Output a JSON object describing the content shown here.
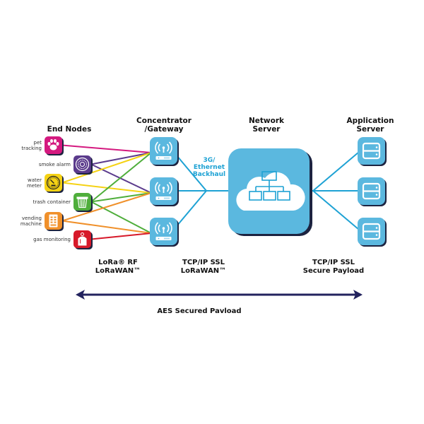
{
  "headers": {
    "end_nodes": "End Nodes",
    "gateway_line1": "Concentrator",
    "gateway_line2": "/Gateway",
    "network_line1": "Network",
    "network_line2": "Server",
    "app_line1": "Application",
    "app_line2": "Server"
  },
  "end_nodes": [
    {
      "id": "pet",
      "label_lines": [
        "pet",
        "tracking"
      ],
      "icon": "paw-icon",
      "color": "#d4197f",
      "gateways": [
        0
      ]
    },
    {
      "id": "smoke",
      "label_lines": [
        "smoke alarm"
      ],
      "icon": "smoke-alarm-icon",
      "color": "#5b3b8c",
      "gateways": [
        0,
        1
      ]
    },
    {
      "id": "water",
      "label_lines": [
        "water",
        "meter"
      ],
      "icon": "gauge-icon",
      "color": "#f5d214",
      "gateways": [
        0,
        1
      ]
    },
    {
      "id": "trash",
      "label_lines": [
        "trash container"
      ],
      "icon": "trash-can-icon",
      "color": "#4fae3b",
      "gateways": [
        0,
        1,
        2
      ]
    },
    {
      "id": "vending",
      "label_lines": [
        "vending",
        "machine"
      ],
      "icon": "vending-machine-icon",
      "color": "#f0902a",
      "gateways": [
        1,
        2
      ]
    },
    {
      "id": "gas",
      "label_lines": [
        "gas monitoring"
      ],
      "icon": "gas-tank-icon",
      "color": "#d7192a",
      "gateways": [
        2
      ]
    }
  ],
  "gateways": [
    {
      "icon": "gateway-antenna-icon"
    },
    {
      "icon": "gateway-antenna-icon"
    },
    {
      "icon": "gateway-antenna-icon"
    }
  ],
  "app_servers": [
    {
      "icon": "server-icon"
    },
    {
      "icon": "server-icon"
    },
    {
      "icon": "server-icon"
    }
  ],
  "backhaul": {
    "line1": "3G/",
    "line2": "Ethernet",
    "line3": "Backhaul"
  },
  "protocols": {
    "rf_line1": "LoRa® RF",
    "rf_line2": "LoRaWAN™",
    "tcp1_line1": "TCP/IP SSL",
    "tcp1_line2": "LoRaWAN™",
    "tcp2_line1": "TCP/IP SSL",
    "tcp2_line2": "Secure Payload"
  },
  "security": {
    "label": "AES Secured Pavload"
  },
  "colors": {
    "device_blue": "#5bb8df",
    "link_blue": "#1ea2d4",
    "shadow": "#1c2340",
    "arrow_navy": "#23235e"
  }
}
